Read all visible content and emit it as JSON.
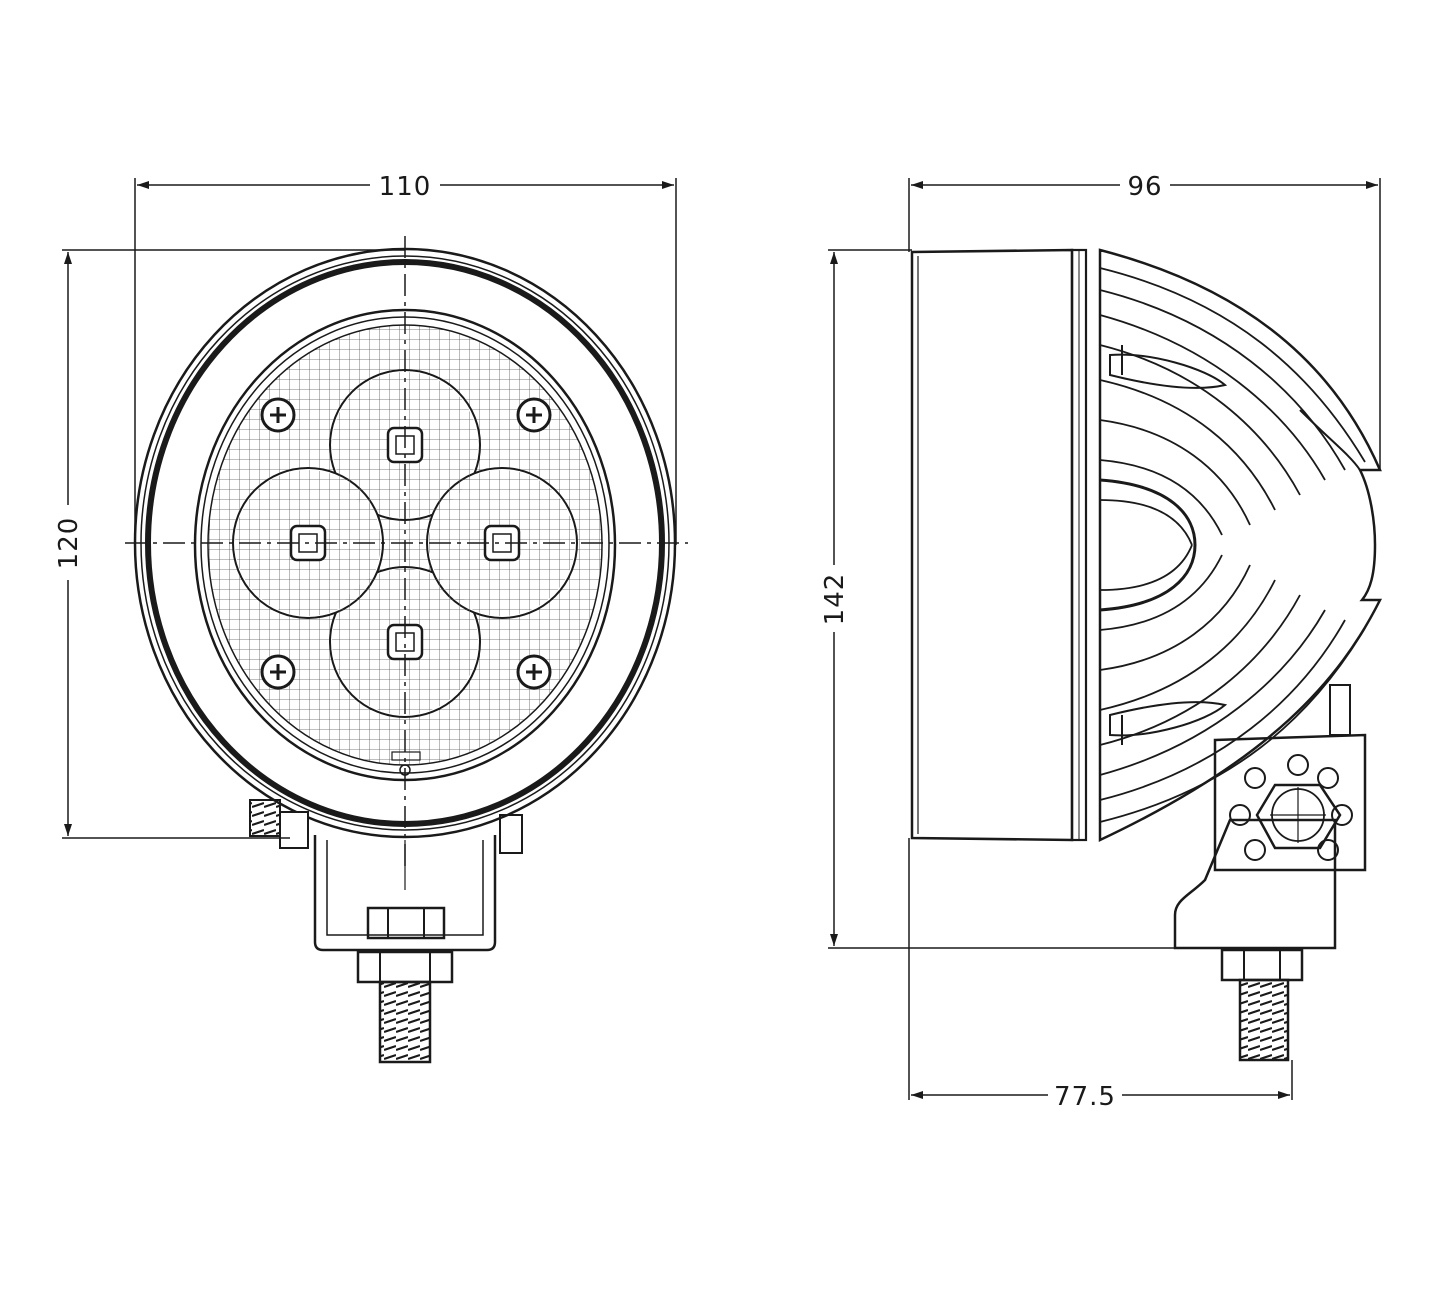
{
  "dimensions": {
    "front_width": "110",
    "front_height": "120",
    "side_depth": "96",
    "side_height": "142",
    "bracket_offset": "77.5"
  },
  "colors": {
    "line": "#1a1a1a",
    "background": "#ffffff"
  }
}
